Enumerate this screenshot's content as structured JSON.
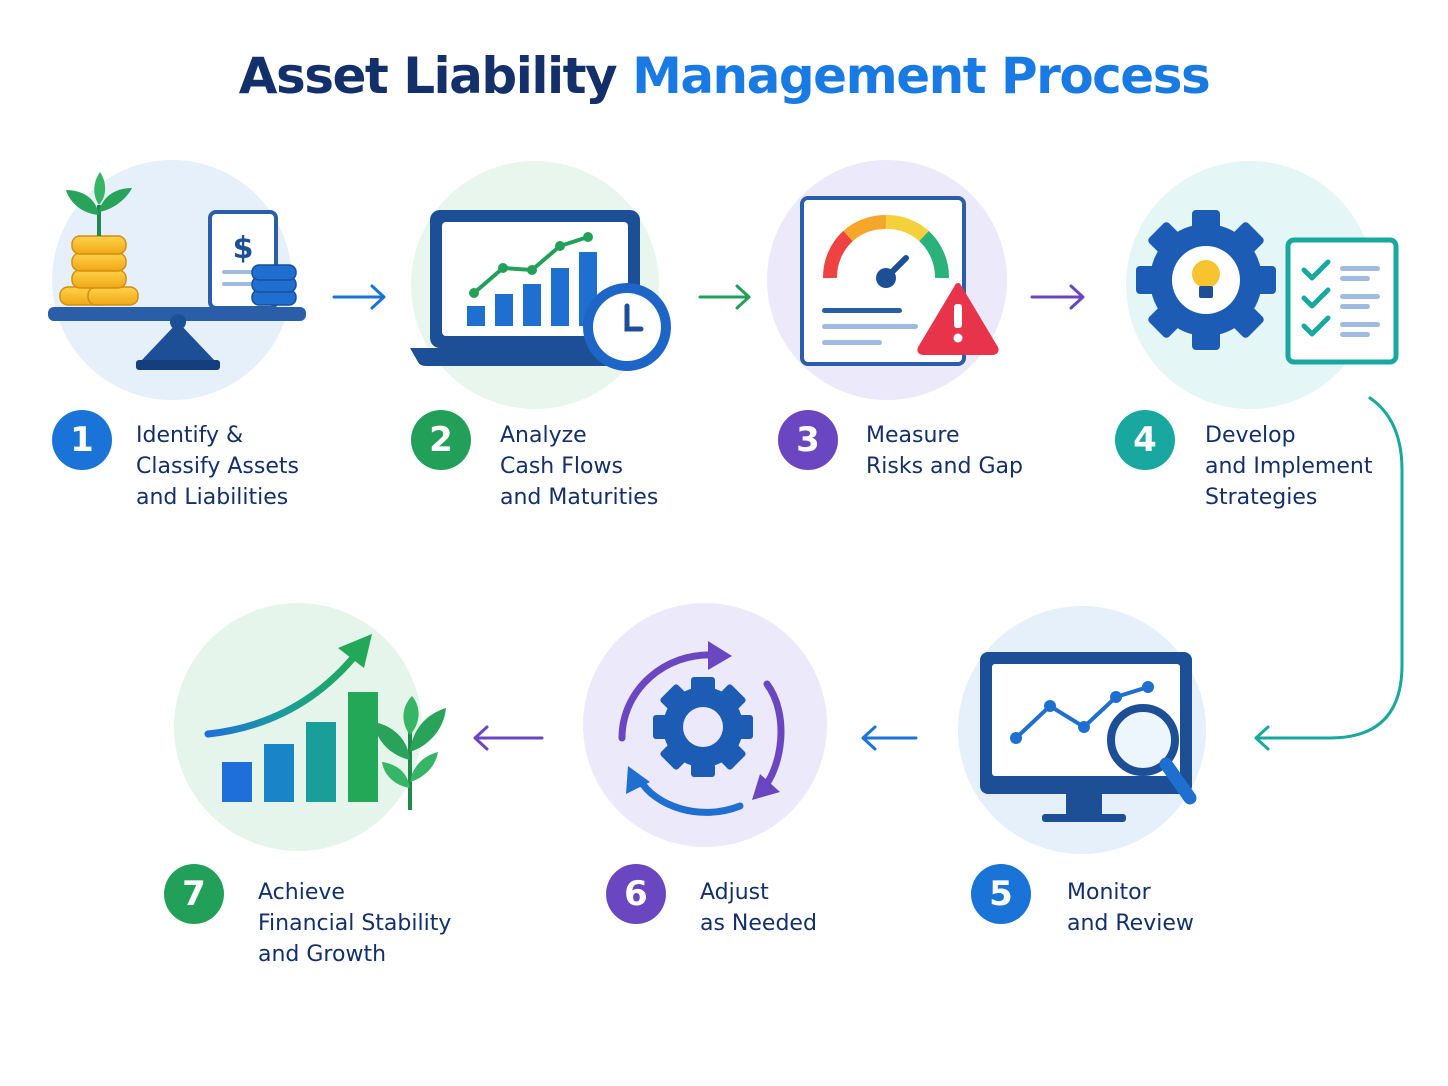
{
  "title": {
    "part1": "Asset Liability",
    "part2": "Management Process"
  },
  "colors": {
    "navy": "#13306b",
    "blue": "#1a7ae3",
    "green": "#1f9a58",
    "purple": "#6b46c1",
    "teal": "#16a9a3",
    "dark_blue": "#1c4f9c"
  },
  "steps": [
    {
      "number": "1",
      "lines": [
        "Identify &",
        "Classify Assets",
        "and Liabilities"
      ],
      "icon": "balance-scale-icon",
      "color": "#1a73d6"
    },
    {
      "number": "2",
      "lines": [
        "Analyze",
        "Cash Flows",
        "and Maturities"
      ],
      "icon": "laptop-chart-clock-icon",
      "color": "#22a05a"
    },
    {
      "number": "3",
      "lines": [
        "Measure",
        "Risks and Gap"
      ],
      "icon": "gauge-warning-icon",
      "color": "#6b46c1"
    },
    {
      "number": "4",
      "lines": [
        "Develop",
        "and Implement",
        "Strategies"
      ],
      "icon": "gear-lightbulb-checklist-icon",
      "color": "#18a8a0"
    },
    {
      "number": "5",
      "lines": [
        "Monitor",
        "and Review"
      ],
      "icon": "monitor-magnifier-icon",
      "color": "#1a73d6"
    },
    {
      "number": "6",
      "lines": [
        "Adjust",
        "as Needed"
      ],
      "icon": "gear-cycle-icon",
      "color": "#6b46c1"
    },
    {
      "number": "7",
      "lines": [
        "Achieve",
        "Financial Stability",
        "and Growth"
      ],
      "icon": "growth-chart-plant-icon",
      "color": "#22a05a"
    }
  ]
}
